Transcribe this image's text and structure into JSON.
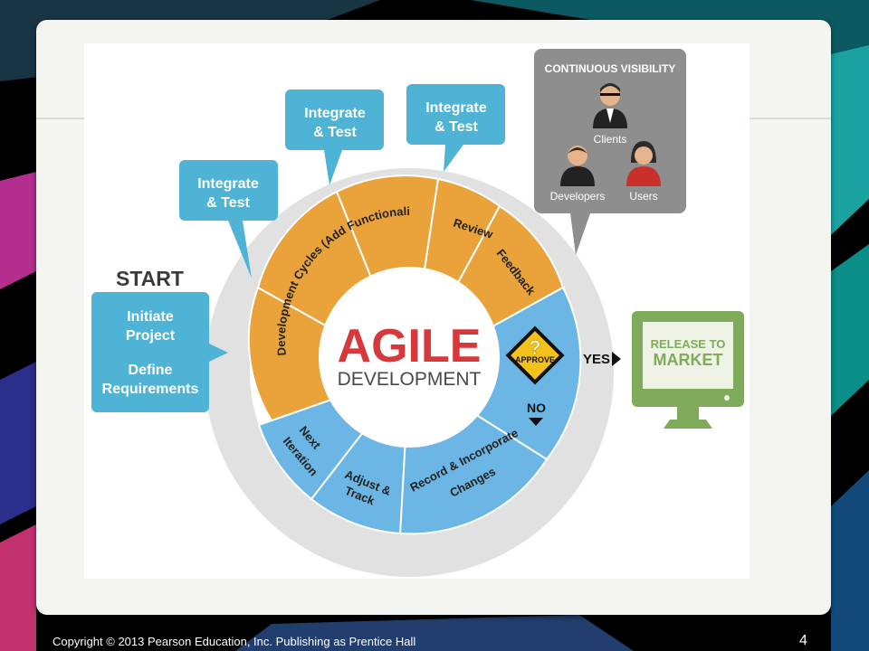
{
  "diagram": {
    "center": {
      "title": "AGILE",
      "subtitle": "DEVELOPMENT"
    },
    "start_label": "START",
    "start_box": {
      "line1": "Initiate",
      "line2": "Project",
      "line3": "Define",
      "line4": "Requirements"
    },
    "callouts": [
      {
        "line1": "Integrate",
        "line2": "& Test"
      },
      {
        "line1": "Integrate",
        "line2": "& Test"
      },
      {
        "line1": "Integrate",
        "line2": "& Test"
      }
    ],
    "segments": {
      "dev_cycles": "Development Cycles (Add Functionality)",
      "review": "Review",
      "feedback": "Feedback",
      "next_iteration_1": "Next",
      "next_iteration_2": "Iteration",
      "adjust_track_1": "Adjust &",
      "adjust_track_2": "Track",
      "record_1": "Record & Incorporate",
      "record_2": "Changes"
    },
    "approve": {
      "label": "APPROVE",
      "symbol": "?"
    },
    "yes_label": "YES",
    "no_label": "NO",
    "release": {
      "line1": "RELEASE TO",
      "line2": "MARKET"
    },
    "visibility": {
      "title": "CONTINUOUS VISIBILITY",
      "clients": "Clients",
      "developers": "Developers",
      "users": "Users"
    },
    "colors": {
      "orange": "#e9a33a",
      "blue": "#6bb6e4",
      "teal_box": "#4fb3d6",
      "green": "#7fab5b",
      "gray_panel": "#8e8e8e",
      "red": "#d6383c",
      "ring": "#dfdfdf"
    }
  },
  "footer": {
    "copyright": "Copyright © 2013 Pearson Education, Inc. Publishing as Prentice Hall",
    "page_number": "4"
  }
}
